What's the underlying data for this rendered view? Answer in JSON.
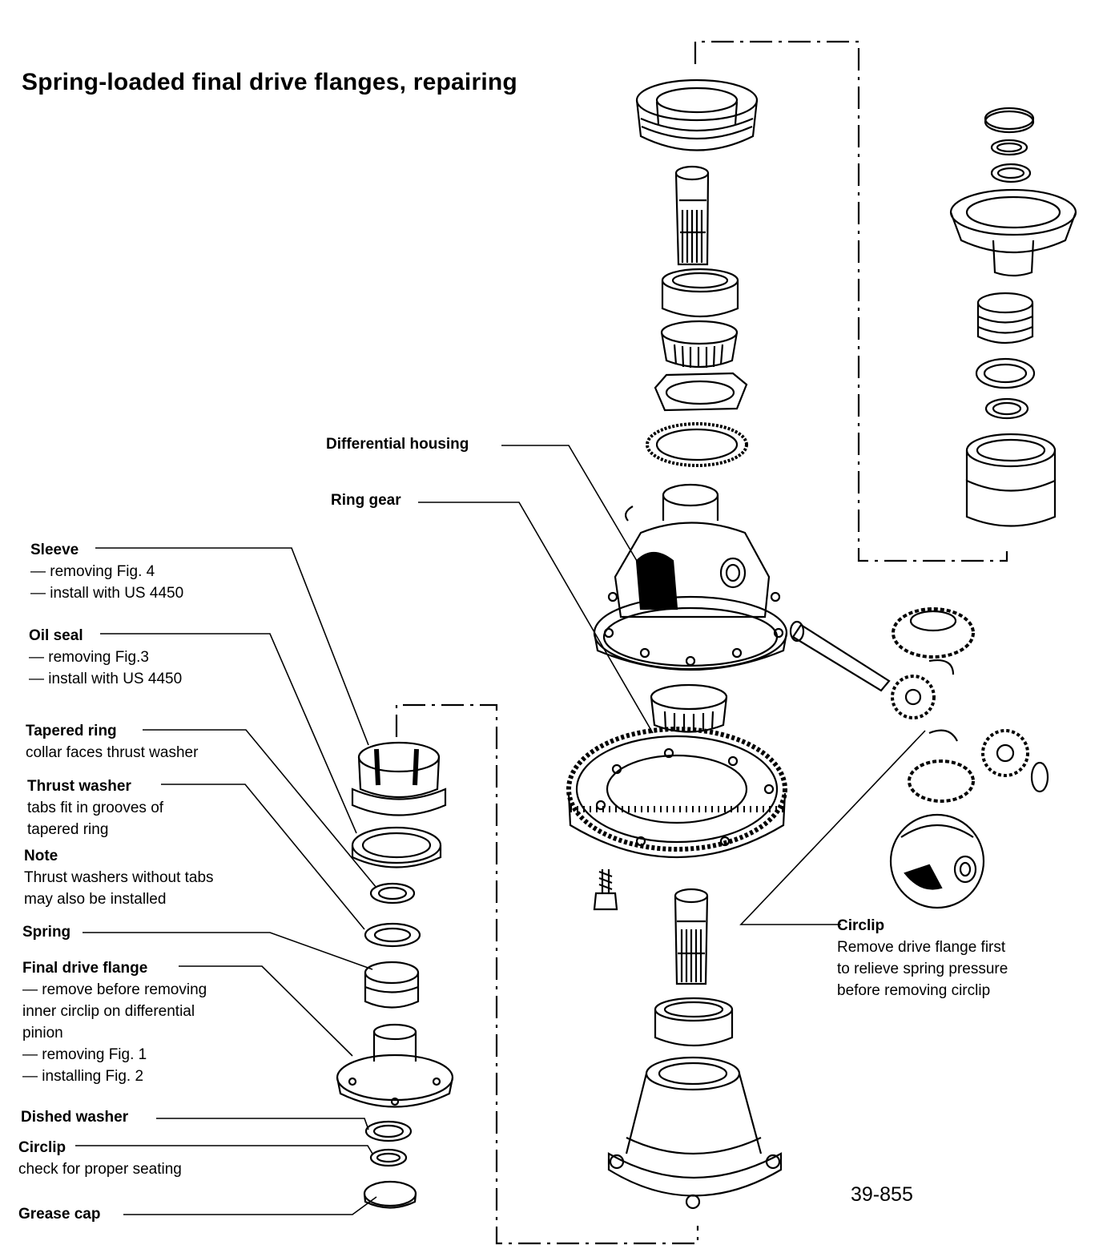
{
  "title": "Spring-loaded final drive flanges, repairing",
  "figure_number": "39-855",
  "labels": {
    "differential_housing": "Differential housing",
    "ring_gear": "Ring gear",
    "sleeve": {
      "name": "Sleeve",
      "lines": [
        "— removing Fig. 4",
        "— install with US 4450"
      ]
    },
    "oil_seal": {
      "name": "Oil seal",
      "lines": [
        "— removing Fig.3",
        "— install with US 4450"
      ]
    },
    "tapered_ring": {
      "name": "Tapered ring",
      "lines": [
        "collar faces thrust washer"
      ]
    },
    "thrust_washer": {
      "name": "Thrust washer",
      "lines": [
        "tabs fit in grooves of",
        "tapered ring"
      ]
    },
    "note": {
      "name": "Note",
      "lines": [
        "Thrust washers without tabs",
        "may also be installed"
      ]
    },
    "spring": "Spring",
    "final_drive_flange": {
      "name": "Final drive flange",
      "lines": [
        "— remove before removing",
        "inner circlip on differential",
        "pinion",
        "— removing Fig. 1",
        "— installing Fig. 2"
      ]
    },
    "dished_washer": "Dished washer",
    "circlip_left": {
      "name": "Circlip",
      "lines": [
        "check for proper seating"
      ]
    },
    "grease_cap": "Grease cap",
    "circlip_right": {
      "name": "Circlip",
      "lines": [
        "Remove drive flange first",
        "to relieve spring pressure",
        "before removing circlip"
      ]
    }
  }
}
